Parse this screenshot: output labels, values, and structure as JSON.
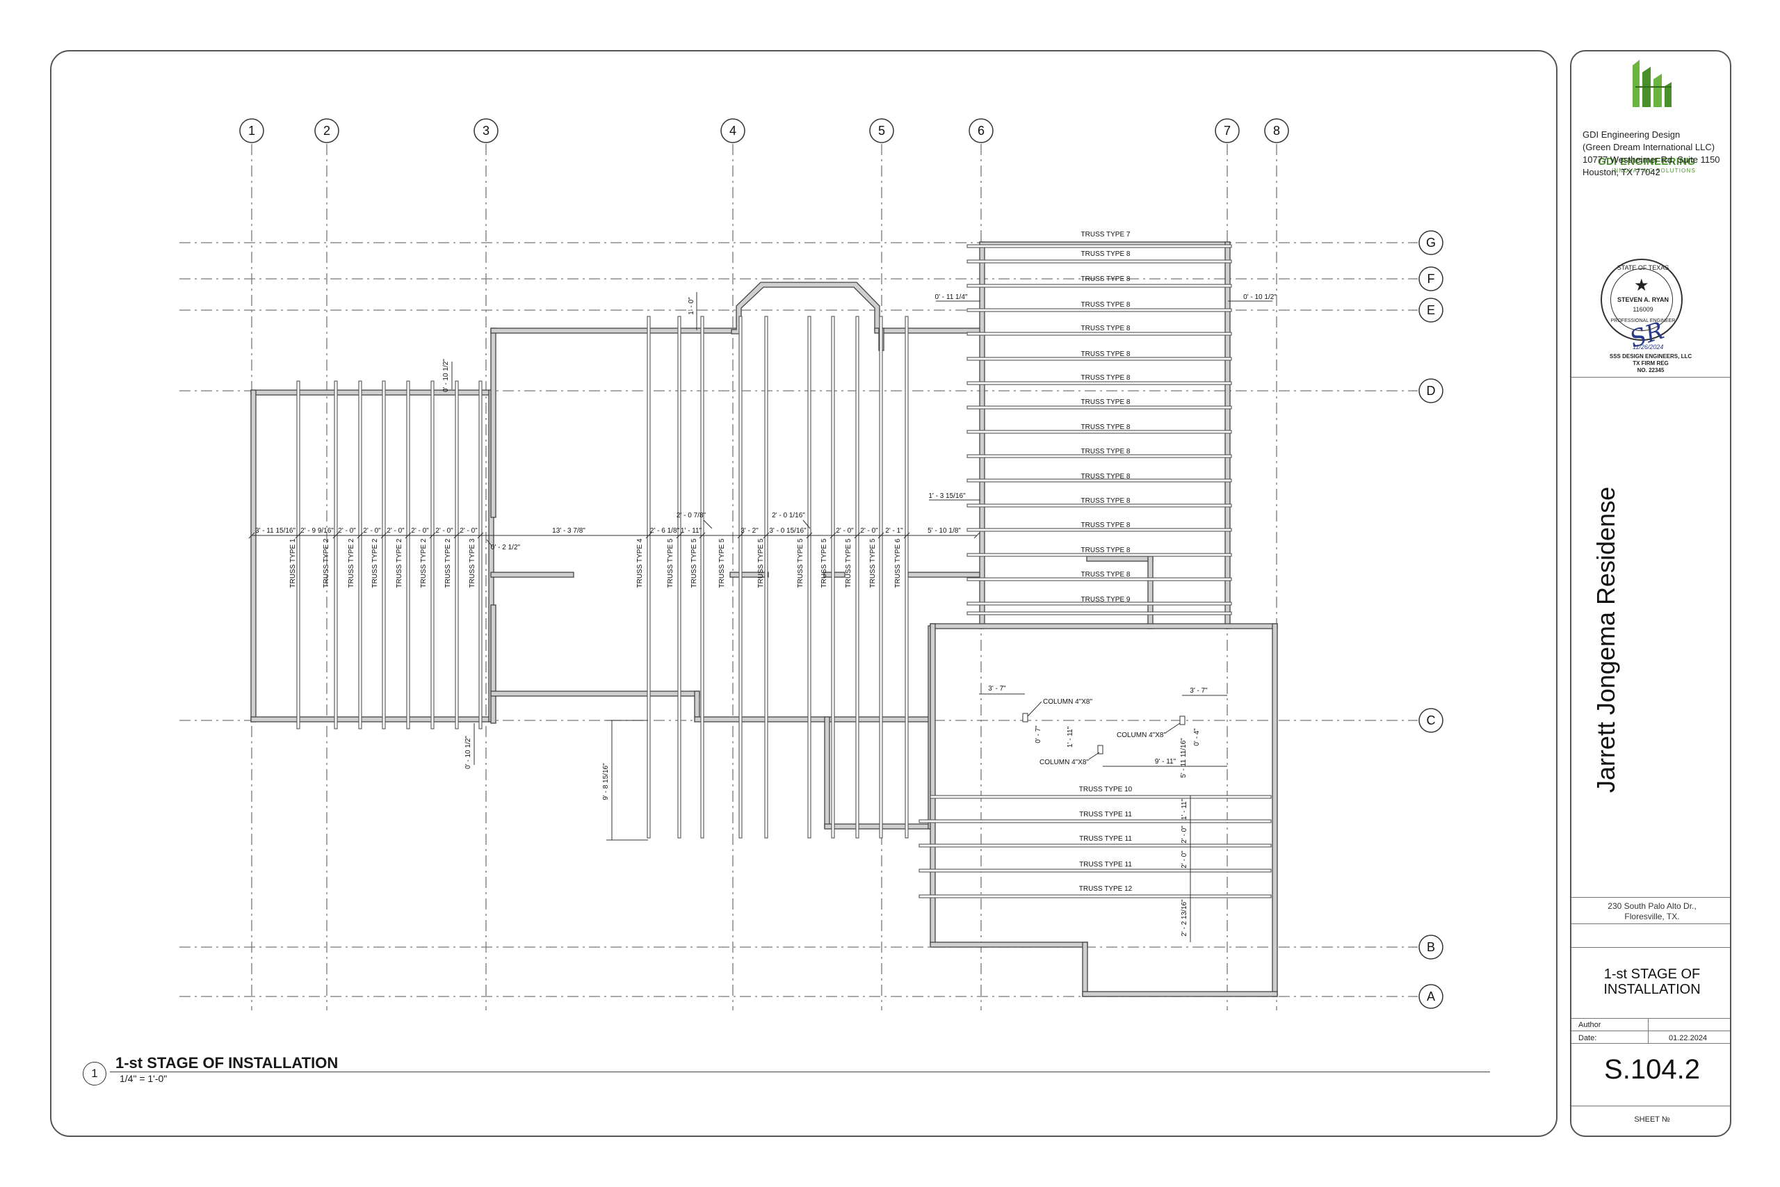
{
  "sheet": {
    "company": {
      "name": "GDI ENGINEERING",
      "tagline": "INNOVATING SOLUTIONS",
      "address_lines": [
        "GDI Engineering Design",
        "(Green Dream International LLC)",
        "10777 Westheimer Rd, Suite 1150",
        "Houston, TX 77042"
      ],
      "brand_color": "#4a8f2a"
    },
    "seal": {
      "state": "STATE OF TEXAS",
      "name": "STEVEN A. RYAN",
      "number": "116009",
      "role": "PROFESSIONAL ENGINEER",
      "date": "11/26/2024",
      "firm_lines": [
        "SSS DESIGN ENGINEERS, LLC",
        "TX FIRM REG",
        "NO. 22345"
      ]
    },
    "project_title": "Jarrett Jongema Residense",
    "site_address_lines": [
      "230 South Palo Alto Dr.,",
      "Floresville, TX."
    ],
    "stage_lines": [
      "1-st STAGE OF",
      "INSTALLATION"
    ],
    "author_label": "Author",
    "date_label": "Date:",
    "date_value": "01.22.2024",
    "sheet_number": "S.104.2",
    "sheet_number_label": "SHEET №"
  },
  "view": {
    "number": "1",
    "title": "1-st STAGE OF INSTALLATION",
    "scale": "1/4\" = 1'-0\""
  },
  "grid_columns": [
    "1",
    "2",
    "3",
    "4",
    "5",
    "6",
    "7",
    "8"
  ],
  "grid_rows": [
    "G",
    "F",
    "E",
    "D",
    "C",
    "B",
    "A"
  ],
  "trusses_right_upper": [
    "TRUSS TYPE 7",
    "TRUSS TYPE 8",
    "TRUSS TYPE 8",
    "TRUSS TYPE 8",
    "TRUSS TYPE 8",
    "TRUSS TYPE 8",
    "TRUSS TYPE 8",
    "TRUSS TYPE 8",
    "TRUSS TYPE 8",
    "TRUSS TYPE 8",
    "TRUSS TYPE 8",
    "TRUSS TYPE 8",
    "TRUSS TYPE 8",
    "TRUSS TYPE 8",
    "TRUSS TYPE 8",
    "TRUSS TYPE 9"
  ],
  "trusses_right_lower": [
    "TRUSS TYPE 10",
    "TRUSS TYPE 11",
    "TRUSS TYPE 11",
    "TRUSS TYPE 11",
    "TRUSS TYPE 12"
  ],
  "trusses_vertical": [
    "TRUSS TYPE 1",
    "TRUSS TYPE 2",
    "TRUSS TYPE 2",
    "TRUSS TYPE 2",
    "TRUSS TYPE 2",
    "TRUSS TYPE 2",
    "TRUSS TYPE 2",
    "TRUSS TYPE 3",
    "TRUSS TYPE 4",
    "TRUSS TYPE 5",
    "TRUSS TYPE 5",
    "TRUSS TYPE 5",
    "TRUSS TYPE 5",
    "TRUSS TYPE 5",
    "TRUSS TYPE 5",
    "TRUSS TYPE 5",
    "TRUSS TYPE 5",
    "TRUSS TYPE 6"
  ],
  "dims_horizontal": [
    "3' - 11 15/16\"",
    "2' - 9 9/16\"",
    "2' - 0\"",
    "2' - 0\"",
    "2' - 0\"",
    "2' - 0\"",
    "2' - 0\"",
    "2' - 0\"",
    "13' - 3 7/8\"",
    "2' - 6 1/8\"",
    "1' - 11\"",
    "3' - 2\"",
    "3' - 0 15/16\"",
    "2' - 0\"",
    "2' - 0\"",
    "2' - 1\"",
    "5' - 10 1/8\""
  ],
  "dims_other": {
    "d_2_0_7_8": "2' - 0 7/8\"",
    "d_2_0_1_16": "2' - 0 1/16\"",
    "d_0_2_1_2": "0' - 2 1/2\"",
    "d_0_10_1_2_top": "0' - 10 1/2\"",
    "d_0_10_1_2_bottom": "0' - 10 1/2\"",
    "d_1_0": "1' - 0\"",
    "d_0_11_1_4": "0' - 11 1/4\"",
    "d_0_10_1_2_right": "0' - 10 1/2\"",
    "d_1_3_15_16": "1' - 3 15/16\"",
    "d_9_8_15_16": "9' - 8 15/16\"",
    "d_3_7_left": "3' - 7\"",
    "d_3_7_right": "3' - 7\"",
    "d_0_7": "0' - 7\"",
    "d_1_11_col": "1' - 11\"",
    "d_0_4": "0' - 4\"",
    "d_5_11_11_16": "5' - 11 11/16\"",
    "d_9_11": "9' - 11\"",
    "d_1_11_right": "1' - 11\"",
    "d_2_0_right_a": "2' - 0\"",
    "d_2_0_right_b": "2' - 0\"",
    "d_2_2_13_16": "2' - 2 13/16\""
  },
  "columns": [
    "COLUMN 4\"X8\"",
    "COLUMN 4\"X8\"",
    "COLUMN 4\"X8\""
  ]
}
